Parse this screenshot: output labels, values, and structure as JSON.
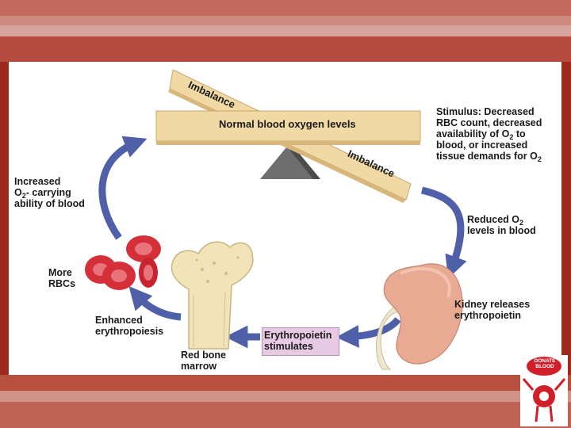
{
  "diagram": {
    "balance_center_label": "Normal blood oxygen levels",
    "imbalance_top_label": "Imbalance",
    "imbalance_bottom_label": "Imbalance",
    "stimulus": {
      "line1": "Stimulus: Decreased",
      "line2": "RBC count, decreased",
      "line3_pre": "availability of O",
      "line3_sub": "2",
      "line3_post": " to",
      "line4": "blood, or  increased",
      "line5_pre": "tissue demands for O",
      "line5_sub": "2"
    },
    "reduced_o2": {
      "line1_pre": "Reduced O",
      "line1_sub": "2",
      "line2": "levels in blood"
    },
    "kidney": {
      "line1": "Kidney releases",
      "line2": "erythropoietin"
    },
    "epo_stimulates": {
      "line1": "Erythropoietin",
      "line2": "stimulates"
    },
    "marrow": {
      "line1": "Red bone",
      "line2": "marrow"
    },
    "erythropoiesis": {
      "line1": "Enhanced",
      "line2": "erythropoiesis"
    },
    "more_rbcs": {
      "line1": "More",
      "line2": "RBCs"
    },
    "increased_o2": {
      "line1": "Increased",
      "line2_pre": "O",
      "line2_sub": "2",
      "line2_post": "- carrying",
      "line3": "ability of blood"
    },
    "badge_text": "DONATE BLOOD"
  },
  "colors": {
    "arrow": "#4f5fa8",
    "plank": "#f1d9a6",
    "plank_edge": "#c9a86a",
    "fulcrum": "#6e6e6e",
    "rbc": "#d5303a",
    "kidney": "#e8aa92",
    "bone": "#f0e4b8",
    "epo_box": "#e7c9e4"
  }
}
